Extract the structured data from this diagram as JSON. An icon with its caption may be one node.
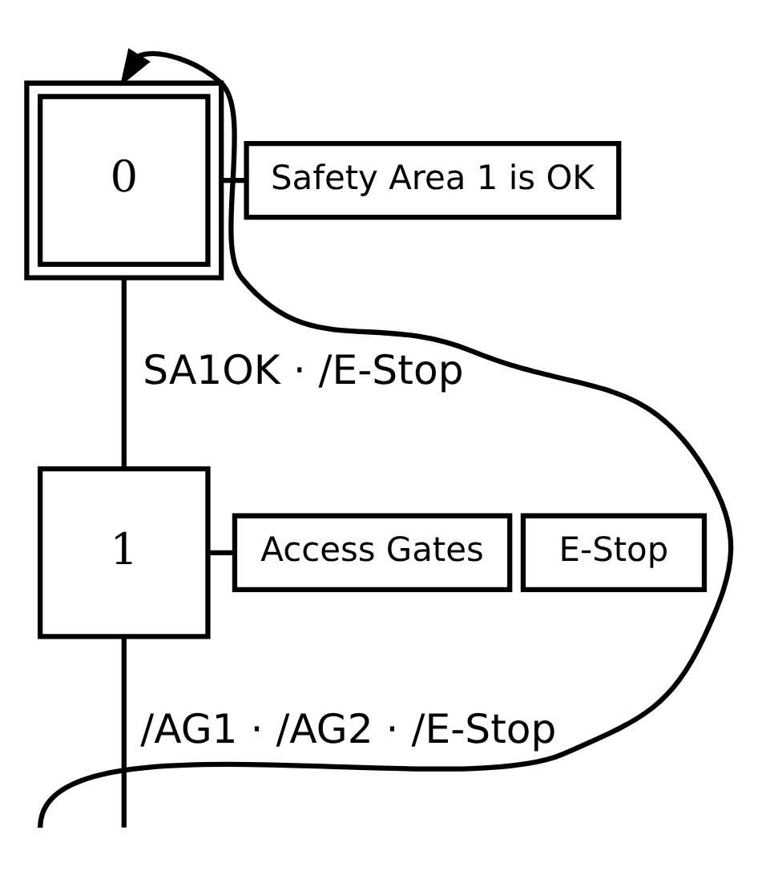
{
  "diagram": {
    "nodes": [
      {
        "text": [
          "0"
        ]
      },
      {
        "text": [
          "Safety Area 1 is OK"
        ]
      },
      {
        "text": [
          "1"
        ]
      },
      {
        "text": [
          "Access Gates"
        ]
      },
      {
        "text": [
          "E-Stop"
        ]
      }
    ],
    "edges": [
      {
        "from": 0,
        "to": 1,
        "arrow": "none"
      },
      {
        "from": 0,
        "to": 2,
        "arrow": "none",
        "label": "SA1OK · /E-Stop"
      },
      {
        "from": 2,
        "to": 3,
        "arrow": "none"
      },
      {
        "from": 2,
        "to": null,
        "arrow": "none",
        "label": "/AG1 · /AG2 · /E-Stop"
      },
      {
        "from": null,
        "to": 0,
        "arrow": "to"
      }
    ]
  }
}
